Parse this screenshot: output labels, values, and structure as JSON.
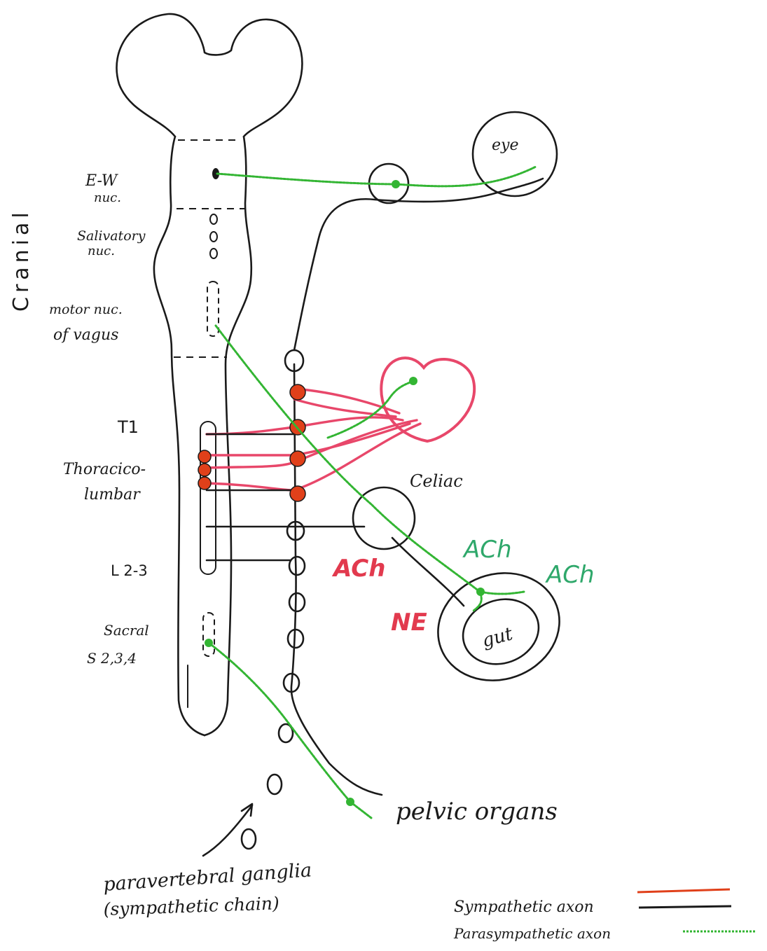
{
  "colors": {
    "ink": "#1a1a1a",
    "sympathetic": "#e8476a",
    "sympathetic_dot": "#e0401a",
    "parasympathetic": "#33b533",
    "ach_green": "#2fa86b",
    "ne_red": "#e23a4e"
  },
  "labels": {
    "cranial": "Cranial",
    "ew_1": "E-W",
    "ew_2": "nuc.",
    "salivatory_1": "Salivatory",
    "salivatory_2": "nuc.",
    "vagus_1": "motor nuc.",
    "vagus_2": "of vagus",
    "t1": "T1",
    "thoraco_1": "Thoracico-",
    "thoraco_2": "lumbar",
    "l23": "L 2-3",
    "sacral_1": "Sacral",
    "sacral_2": "S 2,3,4",
    "eye": "eye",
    "celiac": "Celiac",
    "gut": "gut",
    "pelvic": "pelvic organs",
    "ganglia_1": "paravertebral ganglia",
    "ganglia_2": "(sympathetic chain)",
    "ach_red": "ACh",
    "ne": "NE",
    "ach_green_1": "ACh",
    "ach_green_2": "ACh"
  },
  "legend": {
    "sympathetic": "Sympathetic axon",
    "parasympathetic": "Parasympathetic axon"
  },
  "icons": {
    "brain": "brain-outline-icon",
    "heart": "heart-outline-icon"
  }
}
